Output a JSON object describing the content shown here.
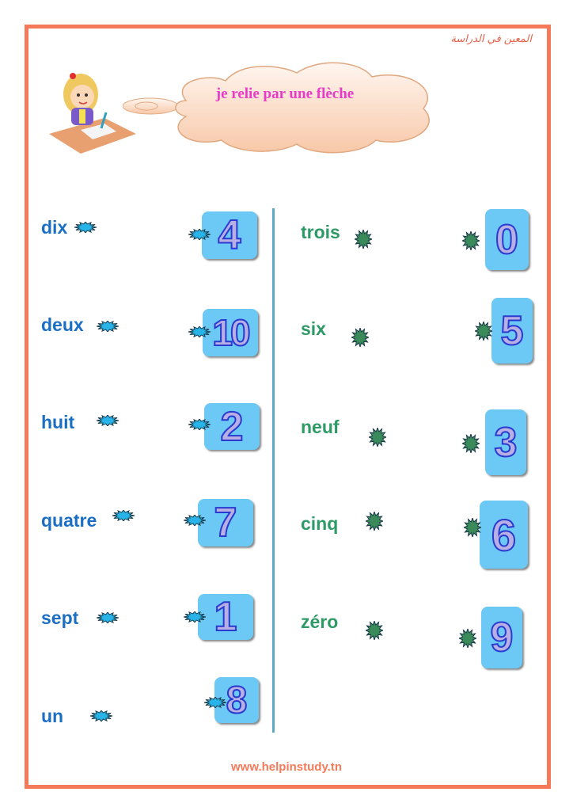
{
  "header": {
    "arabic_brand": "المعين في الدراسة",
    "instruction": "je relie par une flèche"
  },
  "left_column": {
    "words": [
      "dix",
      "deux",
      "huit",
      "quatre",
      "sept",
      "un"
    ],
    "numbers": [
      "4",
      "10",
      "2",
      "7",
      "1",
      "8"
    ]
  },
  "right_column": {
    "words": [
      "trois",
      "six",
      "neuf",
      "cinq",
      "zéro"
    ],
    "numbers": [
      "0",
      "5",
      "3",
      "6",
      "9"
    ]
  },
  "footer": {
    "website": "www.helpinstudy.tn"
  },
  "colors": {
    "border": "#f47a5a",
    "left_words": "#1a6fc4",
    "right_words": "#2e9a66",
    "instruction": "#e83cc8",
    "number_box": "#6cc8f4"
  }
}
